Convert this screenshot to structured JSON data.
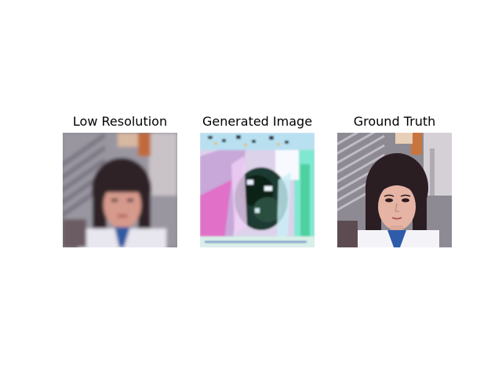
{
  "figure": {
    "panels": [
      {
        "title": "Low Resolution",
        "image": "blurry-low-resolution-face-photo"
      },
      {
        "title": "Generated Image",
        "image": "noisy-colorful-artifact-generated-face"
      },
      {
        "title": "Ground Truth",
        "image": "sharp-portrait-photo-of-young-woman"
      }
    ]
  }
}
